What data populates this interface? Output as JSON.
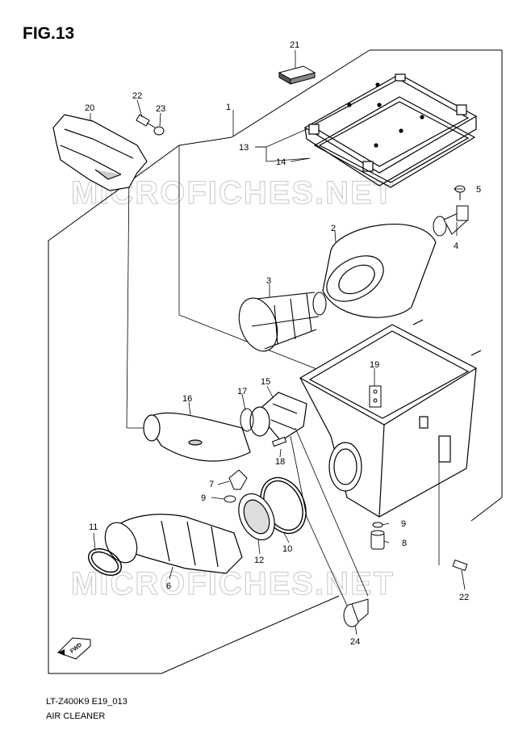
{
  "figure": {
    "title": "FIG.13"
  },
  "footer": {
    "model_code": "LT-Z400K9 E19_013",
    "section_name": "AIR CLEANER"
  },
  "watermark": {
    "text": "MICROFICHES.NET"
  },
  "fwd_label": "FWD",
  "callouts": [
    "1",
    "2",
    "3",
    "4",
    "5",
    "6",
    "7",
    "8",
    "9",
    "9",
    "10",
    "11",
    "12",
    "13",
    "14",
    "15",
    "16",
    "17",
    "18",
    "19",
    "20",
    "21",
    "22",
    "22",
    "23",
    "24"
  ],
  "colors": {
    "line": "#000000",
    "watermark": "#c8c8c8"
  }
}
